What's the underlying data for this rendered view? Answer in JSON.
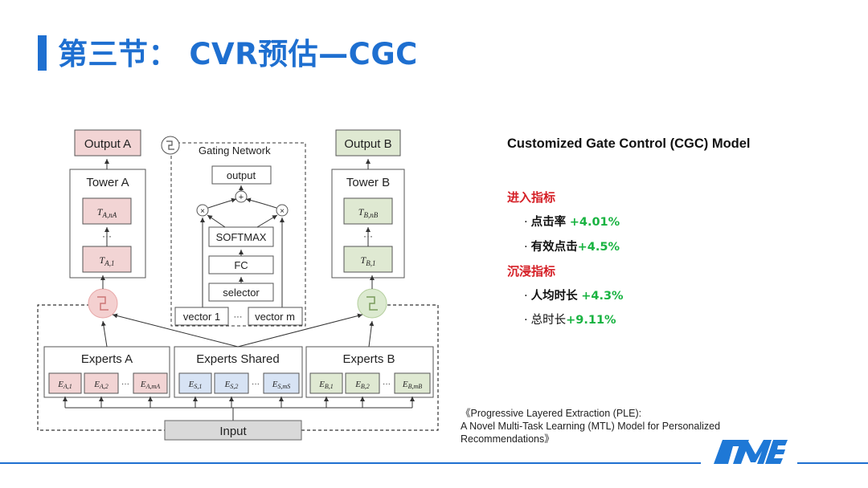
{
  "title": "第三节： CVR预估—CGC",
  "diagram": {
    "output_a": "Output A",
    "output_b": "Output B",
    "tower_a": "Tower A",
    "tower_b": "Tower B",
    "gating_network": "Gating Network",
    "gate_output": "output",
    "softmax": "SOFTMAX",
    "fc": "FC",
    "selector": "selector",
    "vector_1": "vector 1",
    "vector_m": "vector m",
    "ellipsis": "···",
    "experts_a": "Experts A",
    "experts_shared": "Experts Shared",
    "experts_b": "Experts B",
    "input": "Input",
    "plus_symbol": "+",
    "times_symbol": "×"
  },
  "right_panel": {
    "model_title": "Customized Gate Control (CGC) Model",
    "section1": "进入指标",
    "section2": "沉浸指标",
    "metrics": [
      {
        "dot": "·",
        "name": "点击率",
        "value": "+4.01%"
      },
      {
        "dot": "·",
        "name": "有效点击",
        "value": "+4.5%"
      },
      {
        "dot": "·",
        "name": "人均时长",
        "value": "+4.3%"
      },
      {
        "dot": "·",
        "name": "总时长",
        "value": "+9.11%"
      }
    ],
    "citation_line1": "《Progressive Layered Extraction (PLE):",
    "citation_line2": "A Novel Multi-Task Learning (MTL) Model for Personalized",
    "citation_line3": "Recommendations》"
  },
  "colors": {
    "title_blue": "#1e6fd0",
    "red_box": "#f2d4d4",
    "green_box": "#dfe9d2",
    "blue_box": "#d7e3f4",
    "metric_red": "#d51f26",
    "metric_green": "#19b341"
  },
  "logo_icon": "tme-logo-icon"
}
